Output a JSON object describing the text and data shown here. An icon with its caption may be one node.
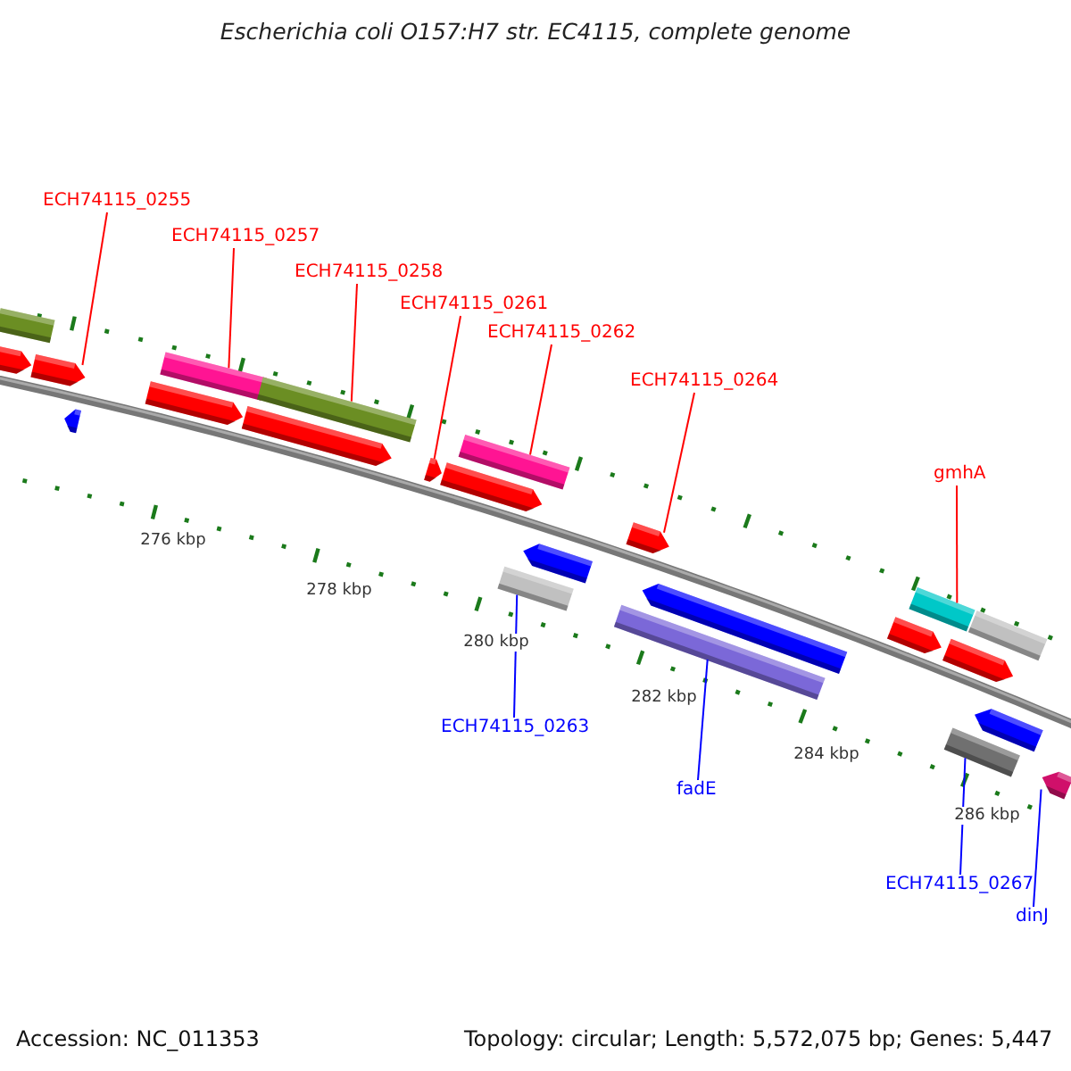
{
  "diagram": {
    "title": "Escherichia coli O157:H7 str. EC4115, complete genome",
    "nodes": [
      {
        "text": [
          "ECH74115_0255"
        ]
      },
      {
        "text": [
          "ECH74115_0257"
        ]
      },
      {
        "text": [
          "ECH74115_0258"
        ]
      },
      {
        "text": [
          "ECH74115_0261"
        ]
      },
      {
        "text": [
          "ECH74115_0262"
        ]
      },
      {
        "text": [
          "ECH74115_0264"
        ]
      },
      {
        "text": [
          "gmhA"
        ]
      },
      {
        "text": [
          "ECH74115_0263"
        ]
      },
      {
        "text": [
          "fadE"
        ]
      },
      {
        "text": [
          "ECH74115_0267"
        ]
      },
      {
        "text": [
          "dinJ"
        ]
      },
      {
        "text": [],
        "shape": "bar"
      },
      {
        "text": [],
        "shape": "arrow"
      },
      {
        "text": [],
        "shape": "arrow"
      },
      {
        "text": [],
        "shape": "arrow"
      },
      {
        "text": [],
        "shape": "arrow"
      },
      {
        "text": [],
        "shape": "bar"
      },
      {
        "text": [],
        "shape": "arrow"
      },
      {
        "text": [],
        "shape": "bar"
      },
      {
        "text": [],
        "shape": "arrow"
      },
      {
        "text": [],
        "shape": "arrow"
      },
      {
        "text": [],
        "shape": "bar"
      },
      {
        "text": [],
        "shape": "bar"
      },
      {
        "text": [],
        "shape": "arrow"
      },
      {
        "text": [],
        "shape": "arrow"
      },
      {
        "text": [],
        "shape": "bar"
      },
      {
        "text": [],
        "shape": "arrow"
      },
      {
        "text": [],
        "shape": "arrow"
      },
      {
        "text": [],
        "shape": "bar"
      },
      {
        "text": [],
        "shape": "arrow"
      },
      {
        "text": [],
        "shape": "bar"
      },
      {
        "text": [],
        "shape": "bar"
      },
      {
        "text": [],
        "shape": "arrow"
      },
      {
        "text": [],
        "shape": "arrow"
      }
    ],
    "edges": [
      {
        "from": 0,
        "to": 13,
        "arrow": "none",
        "color": "#ff0000"
      },
      {
        "from": 1,
        "to": 16,
        "arrow": "none",
        "color": "#ff0000"
      },
      {
        "from": 2,
        "to": 18,
        "arrow": "none",
        "color": "#ff0000"
      },
      {
        "from": 3,
        "to": 19,
        "arrow": "none",
        "color": "#ff0000"
      },
      {
        "from": 4,
        "to": 21,
        "arrow": "none",
        "color": "#ff0000"
      },
      {
        "from": 5,
        "to": 24,
        "arrow": "none",
        "color": "#ff0000"
      },
      {
        "from": 6,
        "to": 28,
        "arrow": "none",
        "color": "#ff0000"
      },
      {
        "from": 7,
        "to": 22,
        "arrow": "none",
        "color": "#0000ff"
      },
      {
        "from": 8,
        "to": 25,
        "arrow": "none",
        "color": "#0000ff"
      },
      {
        "from": 9,
        "to": 31,
        "arrow": "none",
        "color": "#0000ff"
      },
      {
        "from": 10,
        "to": 33,
        "arrow": "none",
        "color": "#0000ff"
      }
    ],
    "labels": [
      "276 kbp",
      "278 kbp",
      "280 kbp",
      "282 kbp",
      "284 kbp",
      "286 kbp",
      "Accession: NC_011353",
      "Topology: circular; Length: 5,572,075 bp; Genes: 5,447"
    ]
  }
}
